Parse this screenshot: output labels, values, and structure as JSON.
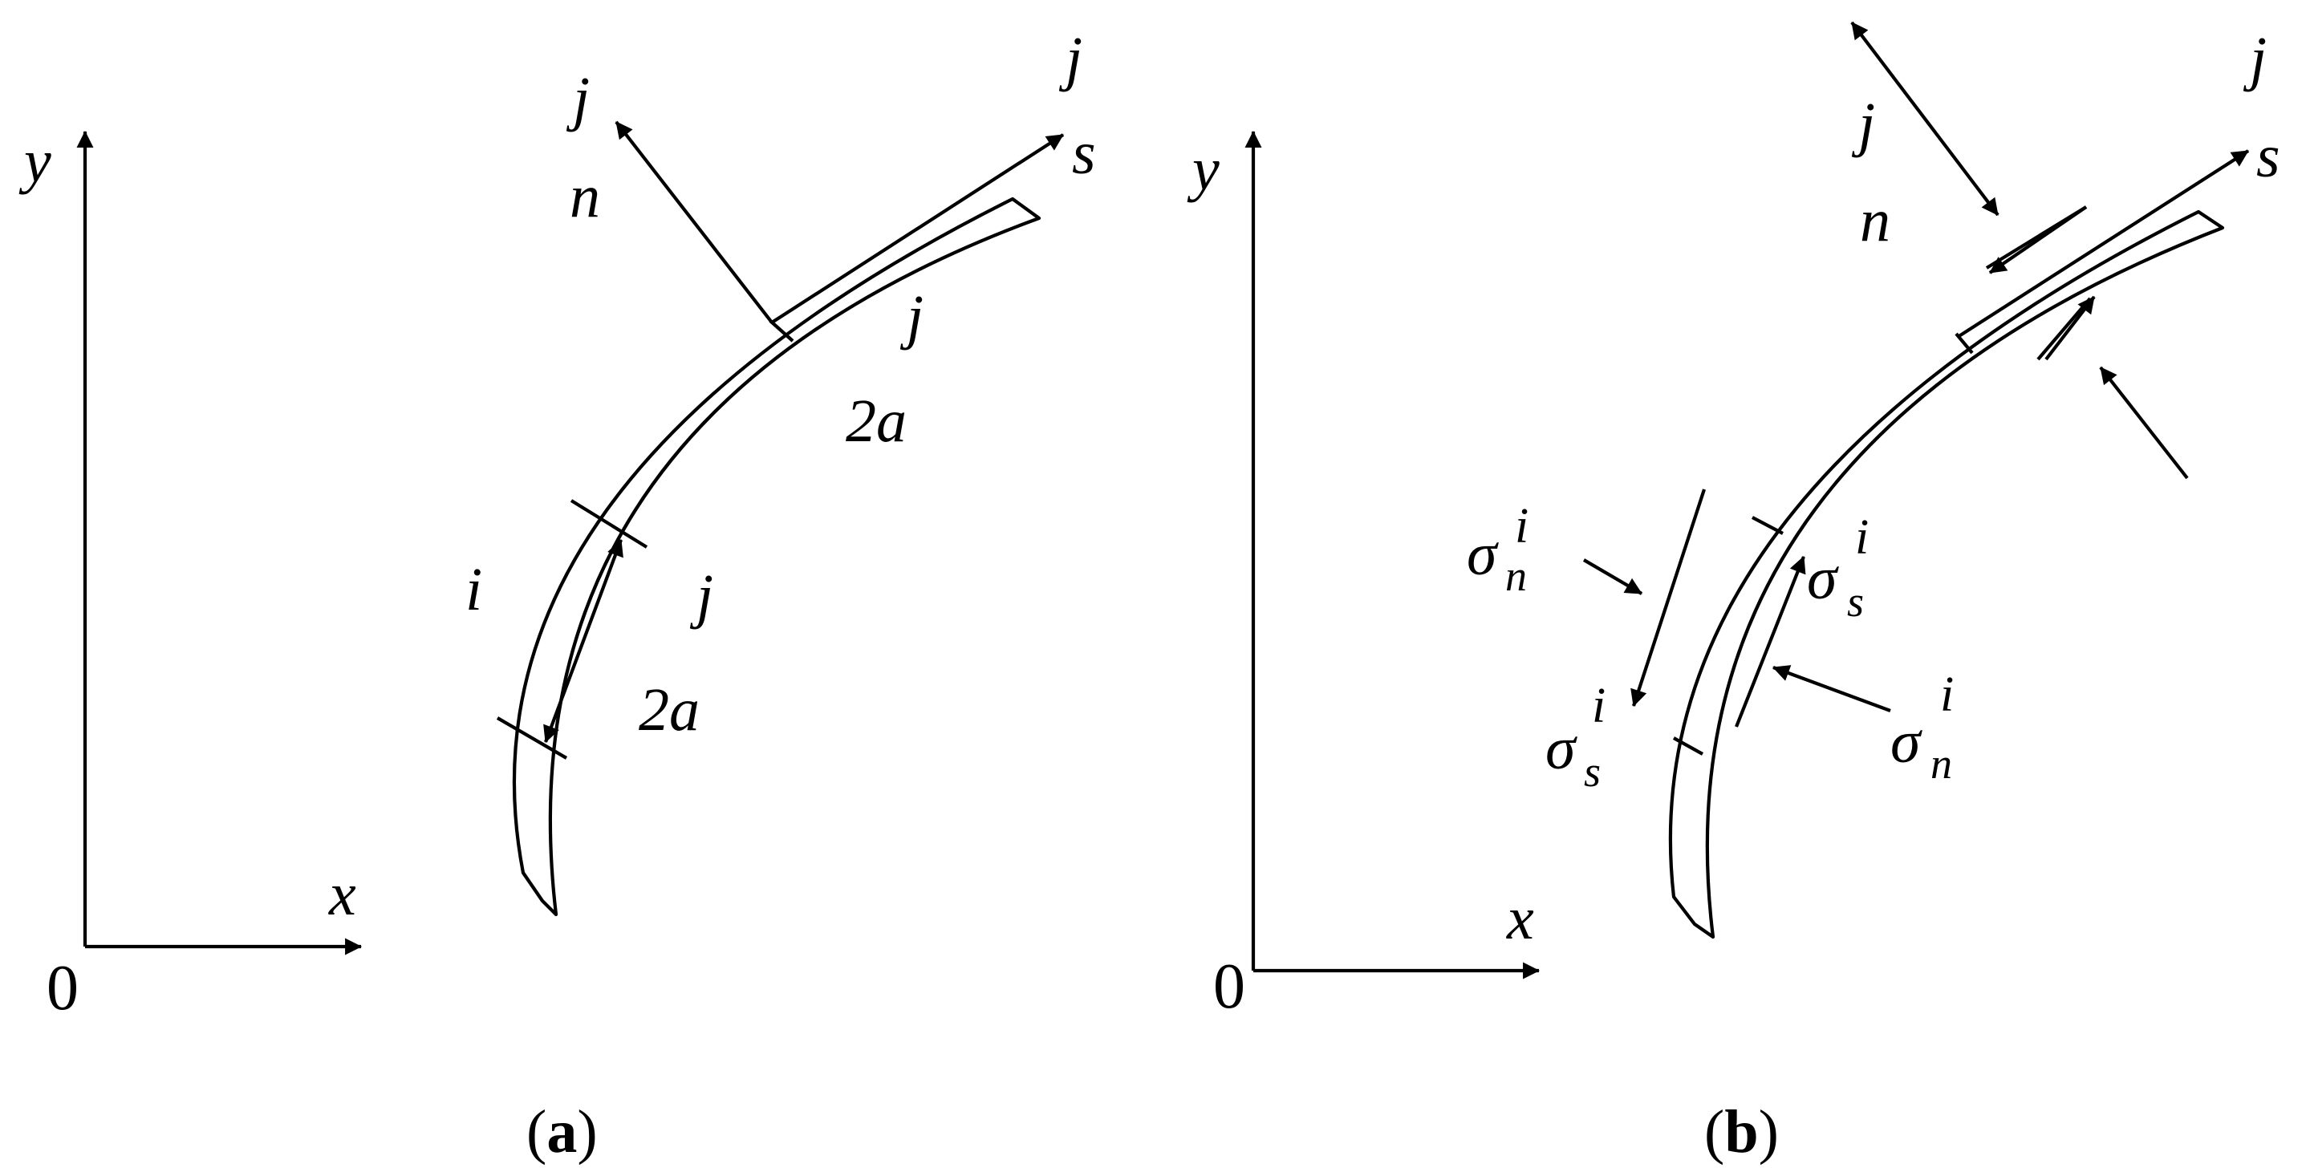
{
  "panel_a": {
    "axis_y": "y",
    "axis_x": "x",
    "origin": "0",
    "label_j_top_left": "j",
    "label_n": "n",
    "label_j_top_right": "j",
    "label_s": "s",
    "label_j_mid": "j",
    "label_2a_mid": "2a",
    "label_i": "i",
    "label_j_low": "j",
    "label_2a_low": "2a",
    "caption_open": "(",
    "caption_letter": "a",
    "caption_close": ")"
  },
  "panel_b": {
    "axis_y": "y",
    "axis_x": "x",
    "origin": "0",
    "label_j_top_left": "j",
    "label_n": "n",
    "label_j_top_right": "j",
    "label_s": "s",
    "sigma_n_left": {
      "base": "σ",
      "sub": "n",
      "sup": "i"
    },
    "sigma_s_left": {
      "base": "σ",
      "sub": "s",
      "sup": "i"
    },
    "sigma_s_right": {
      "base": "σ",
      "sub": "s",
      "sup": "i"
    },
    "sigma_n_right": {
      "base": "σ",
      "sub": "n",
      "sup": "i"
    },
    "caption_open": "(",
    "caption_letter": "b",
    "caption_close": ")"
  }
}
